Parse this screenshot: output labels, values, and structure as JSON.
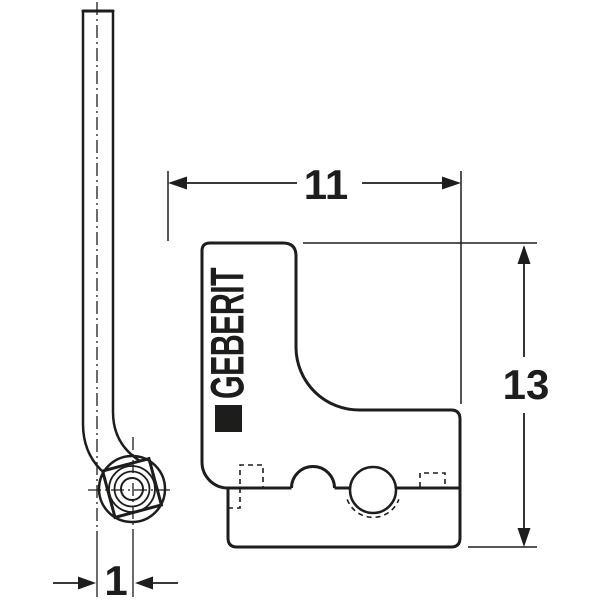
{
  "drawing": {
    "brand": "GEBERIT",
    "dimensions": {
      "width_label": "11",
      "height_label": "13",
      "offset_label": "1"
    },
    "colors": {
      "line": "#1d1d1b",
      "background": "#ffffff"
    }
  }
}
